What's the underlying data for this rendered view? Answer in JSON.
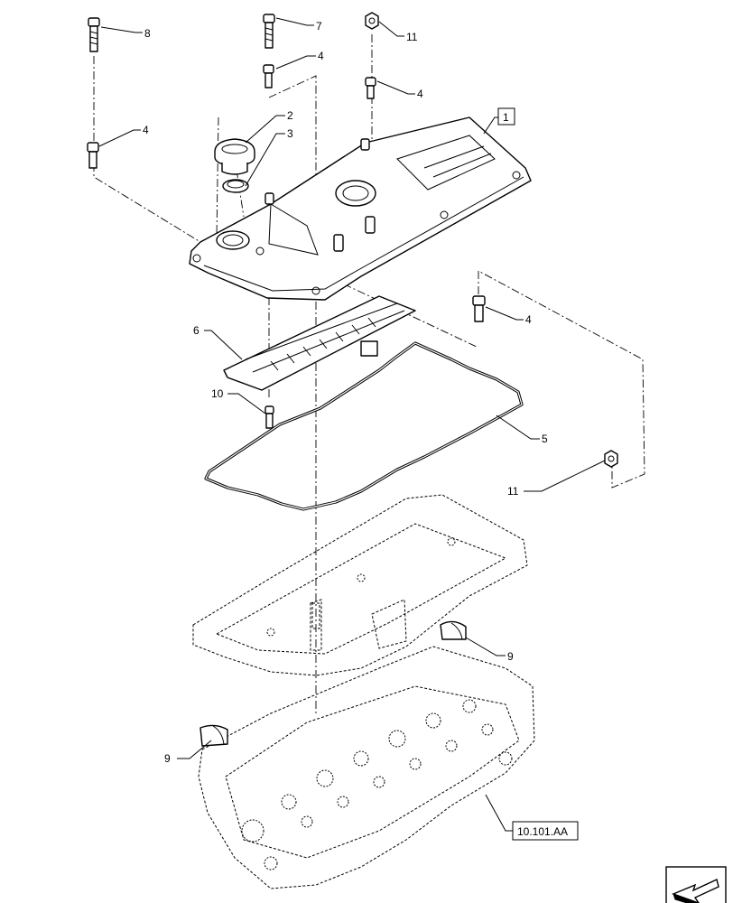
{
  "callouts": {
    "c1": "1",
    "c2": "2",
    "c3": "3",
    "c4a": "4",
    "c4b": "4",
    "c4c": "4",
    "c5": "5",
    "c6": "6",
    "c7": "7",
    "c8": "8",
    "c9a": "9",
    "c9b": "9",
    "c10": "10",
    "c11a": "11",
    "c11b": "11"
  },
  "reference": {
    "label": "10.101.AA"
  },
  "nav": {
    "icon": "next-page-arrow-icon"
  }
}
